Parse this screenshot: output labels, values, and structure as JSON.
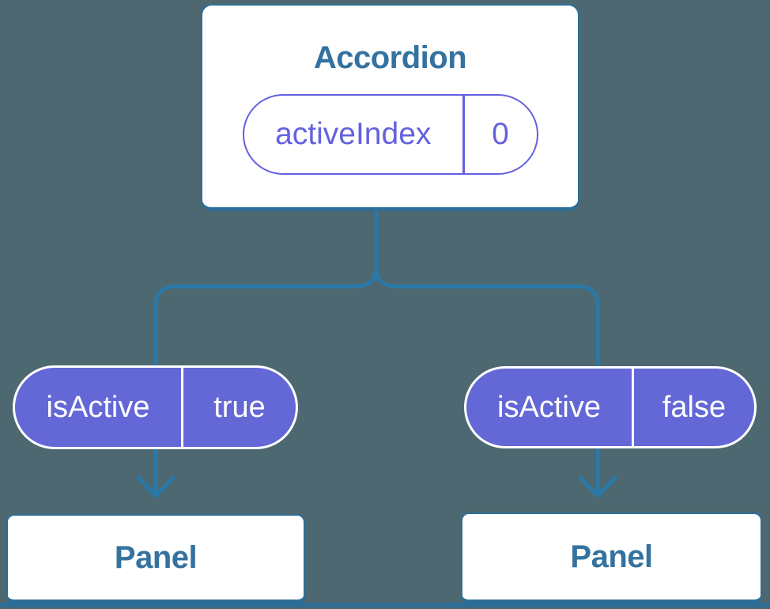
{
  "diagram": {
    "description": "Component tree diagram: parent component holding state, passing props to two child panels",
    "root": {
      "title": "Accordion",
      "state": {
        "name": "activeIndex",
        "value": "0"
      }
    },
    "children": [
      {
        "prop": {
          "name": "isActive",
          "value": "true"
        },
        "label": "Panel"
      },
      {
        "prop": {
          "name": "isActive",
          "value": "false"
        },
        "label": "Panel"
      }
    ]
  },
  "colors": {
    "background": "#4d6871",
    "box_border": "#2d6e99",
    "box_text": "#34729f",
    "connector": "#2979a8",
    "purple": "#6361e0",
    "pill_fill": "#6468d6",
    "pill_text": "#ffffff",
    "box_fill": "#ffffff"
  }
}
